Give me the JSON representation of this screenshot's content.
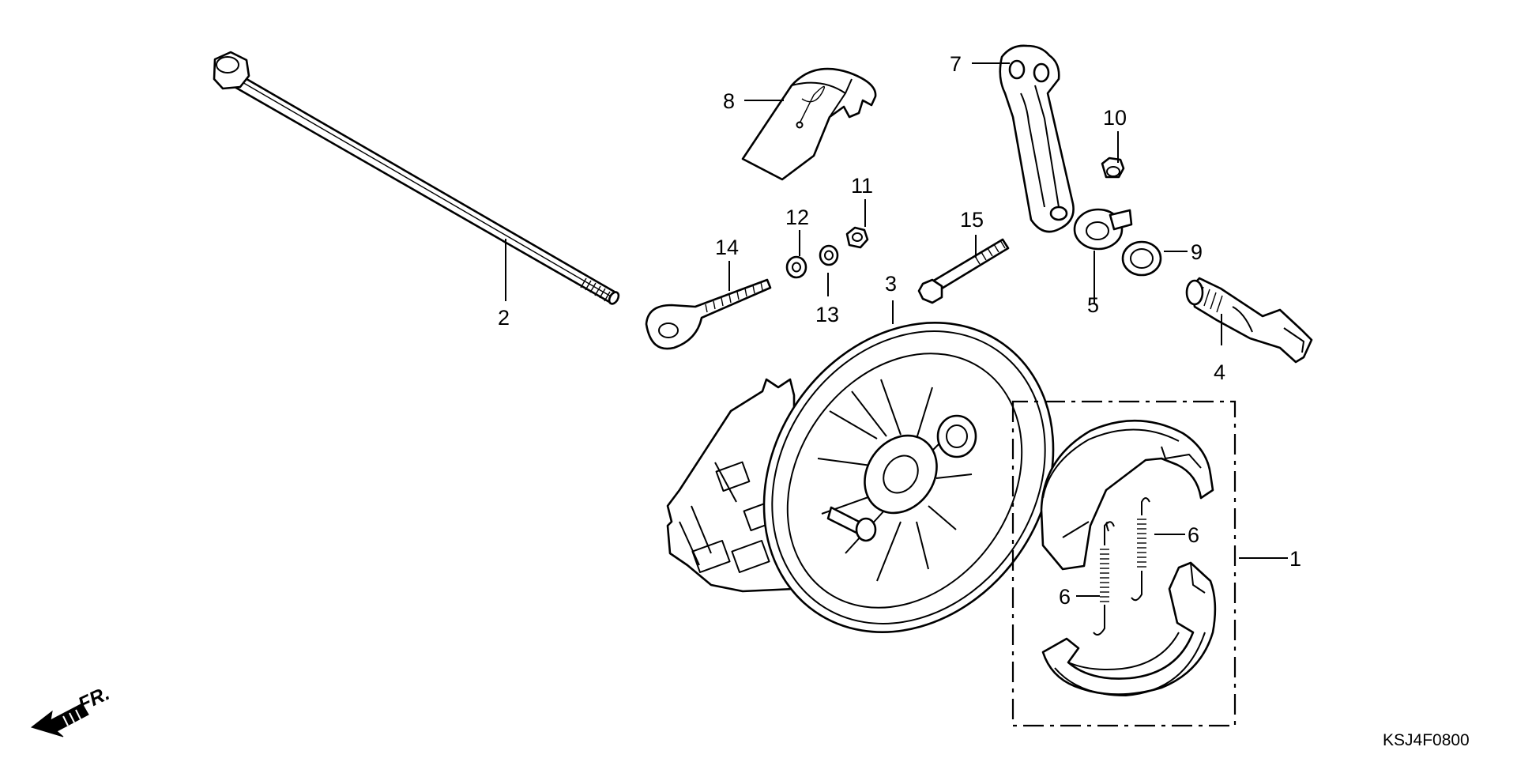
{
  "diagram": {
    "code": "KSJ4F0800",
    "front_label": "FR.",
    "callouts": {
      "c1": "1",
      "c2": "2",
      "c3": "3",
      "c4": "4",
      "c5": "5",
      "c6a": "6",
      "c6b": "6",
      "c7": "7",
      "c8": "8",
      "c9": "9",
      "c10": "10",
      "c11": "11",
      "c12": "12",
      "c13": "13",
      "c14": "14",
      "c15": "15"
    }
  }
}
